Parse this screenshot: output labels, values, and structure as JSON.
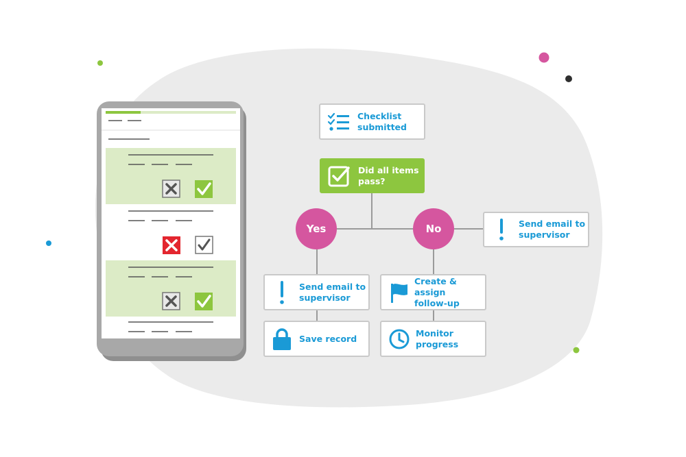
{
  "colors": {
    "accent_green": "#8dc63f",
    "accent_blue": "#1a9ad6",
    "accent_pink": "#d5569f",
    "error_red": "#e3262f",
    "phone_gray": "#a8a8a8",
    "blob_gray": "#ebebeb",
    "row_highlight": "#dcebc6"
  },
  "flow": {
    "start": {
      "label": "Checklist\nsubmitted",
      "icon": "checklist-icon"
    },
    "question": {
      "label": "Did all items\npass?",
      "icon": "checked-box-icon"
    },
    "yes": {
      "label": "Yes"
    },
    "no": {
      "label": "No"
    },
    "no_side": {
      "label": "Send email to\nsupervisor",
      "icon": "exclamation-icon"
    },
    "yes_step1": {
      "label": "Send email to\nsupervisor",
      "icon": "exclamation-icon"
    },
    "yes_step2": {
      "label": "Save record",
      "icon": "lock-icon"
    },
    "no_step1": {
      "label": "Create & assign\nfollow-up",
      "icon": "flag-icon"
    },
    "no_step2": {
      "label": "Monitor\nprogress",
      "icon": "clock-icon"
    }
  },
  "phone": {
    "progress": 0.27,
    "rows": [
      {
        "highlight": true,
        "left_mark": "x-unselected",
        "right_mark": "check-selected"
      },
      {
        "highlight": false,
        "left_mark": "x-selected",
        "right_mark": "check-unselected"
      },
      {
        "highlight": true,
        "left_mark": "x-unselected",
        "right_mark": "check-selected"
      }
    ]
  }
}
